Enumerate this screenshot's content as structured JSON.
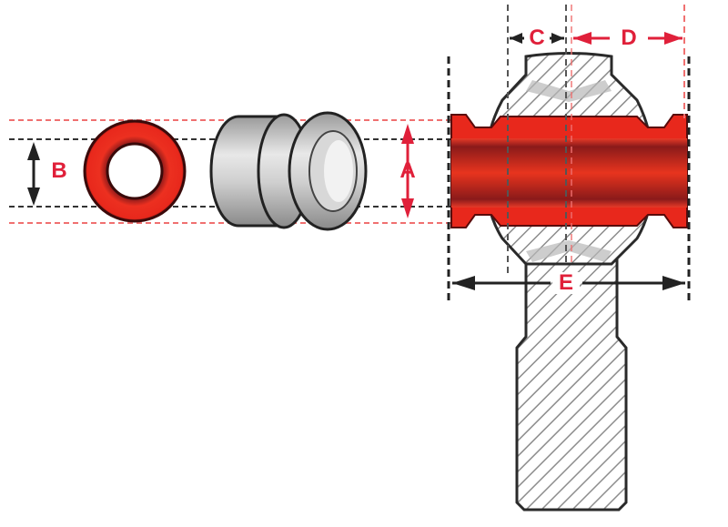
{
  "diagram": {
    "subject": "rod end bearing with spacer and seal",
    "labels": {
      "A": "A",
      "B": "B",
      "C": "C",
      "D": "D",
      "E": "E"
    },
    "colors": {
      "label_red": "#e0203a",
      "seal_red": "#e8281c",
      "dark_red": "#8a1a1a",
      "hatch_gray": "#8c8c8c",
      "outline": "#2a2a2a",
      "guide_black": "#333333",
      "guide_red": "#f07070",
      "spacer_gray": "#c8c8c8"
    },
    "parts": [
      {
        "id": "seal-ring",
        "name": "Seal ring (B)"
      },
      {
        "id": "spacer",
        "name": "Spacer / bushing"
      },
      {
        "id": "ball-bore",
        "name": "Bore (A)"
      },
      {
        "id": "rod-end-body",
        "name": "Rod end housing"
      },
      {
        "id": "shank",
        "name": "Threaded shank"
      }
    ]
  }
}
